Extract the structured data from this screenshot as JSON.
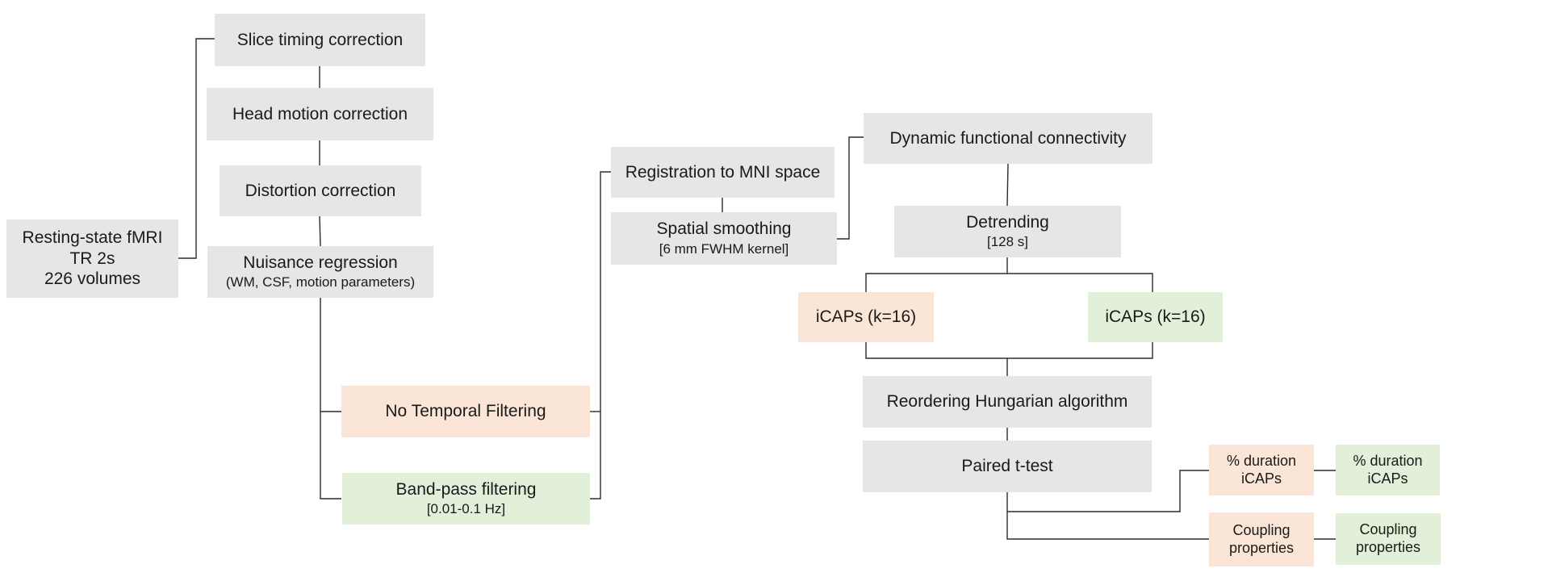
{
  "nodes": {
    "input": {
      "lines": [
        "Resting-state fMRI",
        "TR 2s",
        "226 volumes"
      ]
    },
    "slice_timing": {
      "title": "Slice timing correction"
    },
    "head_motion": {
      "title": "Head motion correction"
    },
    "distortion": {
      "title": "Distortion correction"
    },
    "nuisance": {
      "title": "Nuisance regression",
      "sub": "(WM, CSF, motion parameters)"
    },
    "no_filter": {
      "title": "No Temporal Filtering"
    },
    "bandpass": {
      "title": "Band-pass filtering",
      "sub": "[0.01-0.1 Hz]"
    },
    "registration": {
      "title": "Registration to MNI space"
    },
    "smoothing": {
      "title": "Spatial smoothing",
      "sub": "[6 mm  FWHM kernel]"
    },
    "dfc": {
      "title": "Dynamic functional connectivity"
    },
    "detrending": {
      "title": "Detrending",
      "sub": "[128 s]"
    },
    "icaps_nf": {
      "title": "iCAPs (k=16)"
    },
    "icaps_bp": {
      "title": "iCAPs (k=16)"
    },
    "reordering": {
      "title": "Reordering Hungarian algorithm"
    },
    "ttest": {
      "title": "Paired t-test"
    },
    "dur_nf": {
      "lines": [
        "% duration",
        "iCAPs"
      ]
    },
    "dur_bp": {
      "lines": [
        "% duration",
        "iCAPs"
      ]
    },
    "coup_nf": {
      "lines": [
        "Coupling",
        "properties"
      ]
    },
    "coup_bp": {
      "lines": [
        "Coupling",
        "properties"
      ]
    }
  },
  "colors": {
    "gray": "#e7e6e6",
    "no_filter_branch": "#fbe5d6",
    "bandpass_branch": "#e2f0d9",
    "connector": "#2b2b2b"
  }
}
